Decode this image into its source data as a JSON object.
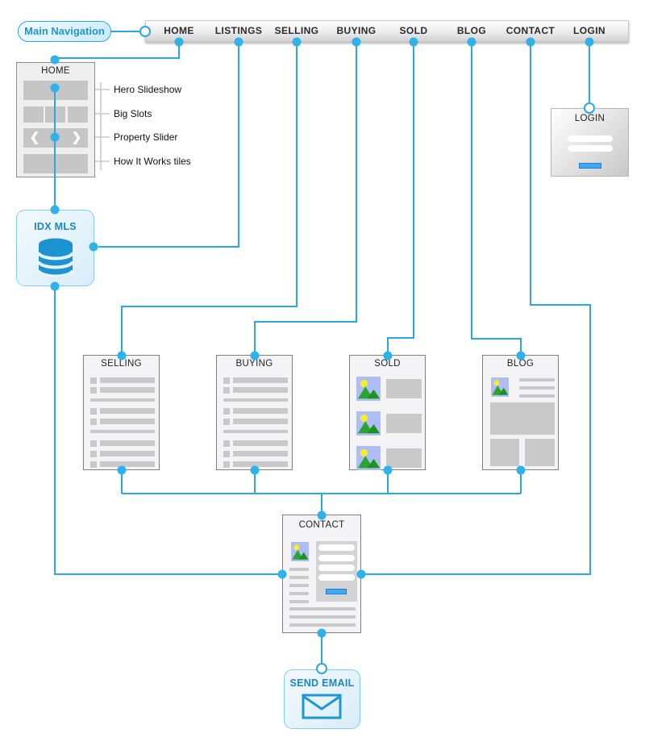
{
  "diagram": {
    "pill_label": "Main Navigation",
    "nav": {
      "items": [
        {
          "label": "HOME"
        },
        {
          "label": "LISTINGS"
        },
        {
          "label": "SELLING"
        },
        {
          "label": "BUYING"
        },
        {
          "label": "SOLD"
        },
        {
          "label": "BLOG"
        },
        {
          "label": "CONTACT"
        },
        {
          "label": "LOGIN"
        }
      ]
    },
    "home": {
      "title": "HOME",
      "annotations": [
        {
          "label": "Hero Slideshow"
        },
        {
          "label": "Big Slots"
        },
        {
          "label": "Property Slider"
        },
        {
          "label": "How It Works tiles"
        }
      ],
      "slider_prev": "❮",
      "slider_next": "❯"
    },
    "idx": {
      "label": "IDX MLS",
      "icon": "database-icon"
    },
    "login": {
      "title": "LOGIN"
    },
    "selling": {
      "title": "SELLING"
    },
    "buying": {
      "title": "BUYING"
    },
    "sold": {
      "title": "SOLD"
    },
    "blog": {
      "title": "BLOG"
    },
    "contact": {
      "title": "CONTACT"
    },
    "send_email": {
      "label": "SEND EMAIL",
      "icon": "envelope-icon"
    }
  },
  "colors": {
    "accent_line": "#29A8E2",
    "node_dot": "#2EB2EC",
    "button_blue": "#3FA9F5",
    "blue_box_text": "#1b87c9",
    "image_icon_bg": "#aebdf3",
    "image_icon_sun": "#f2ec32",
    "image_icon_mountain": "#2aa630"
  }
}
